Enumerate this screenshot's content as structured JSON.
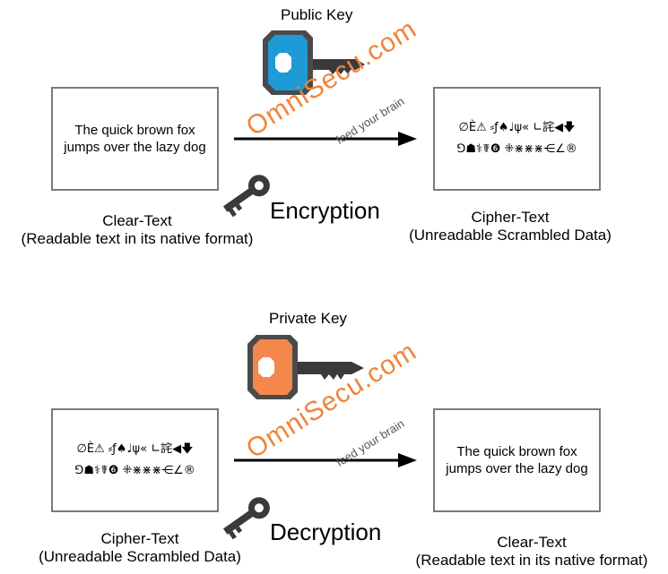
{
  "encryption": {
    "key_title": "Public Key",
    "key_color": "#1e9ad6",
    "plain_box_text": "The quick brown fox jumps over the lazy dog",
    "cipher_box_line1": "∅È⚠ ⸗ƒ♠♩ψ« ∟詫◀🡇",
    "cipher_box_line2": "⅁☗⚕☤❻ ⁜⋇⋇⋇⋲∠®",
    "plain_label_title": "Clear-Text",
    "plain_label_sub": "(Readable text in its native format)",
    "cipher_label_title": "Cipher-Text",
    "cipher_label_sub": "(Unreadable Scrambled Data)",
    "action": "Encryption"
  },
  "decryption": {
    "key_title": "Private Key",
    "key_color": "#f4874b",
    "cipher_box_line1": "∅È⚠ ⸗ƒ♠♩ψ« ∟詫◀🡇",
    "cipher_box_line2": "⅁☗⚕☤❻ ⁜⋇⋇⋇⋲∠®",
    "plain_box_text": "The quick brown fox jumps over the lazy dog",
    "cipher_label_title": "Cipher-Text",
    "cipher_label_sub": "(Unreadable Scrambled Data)",
    "plain_label_title": "Clear-Text",
    "plain_label_sub": "(Readable text in its native format)",
    "action": "Decryption"
  },
  "watermark": {
    "brand": "OmniSecu.com",
    "tagline": "feed your brain",
    "color": "#f0843a"
  }
}
